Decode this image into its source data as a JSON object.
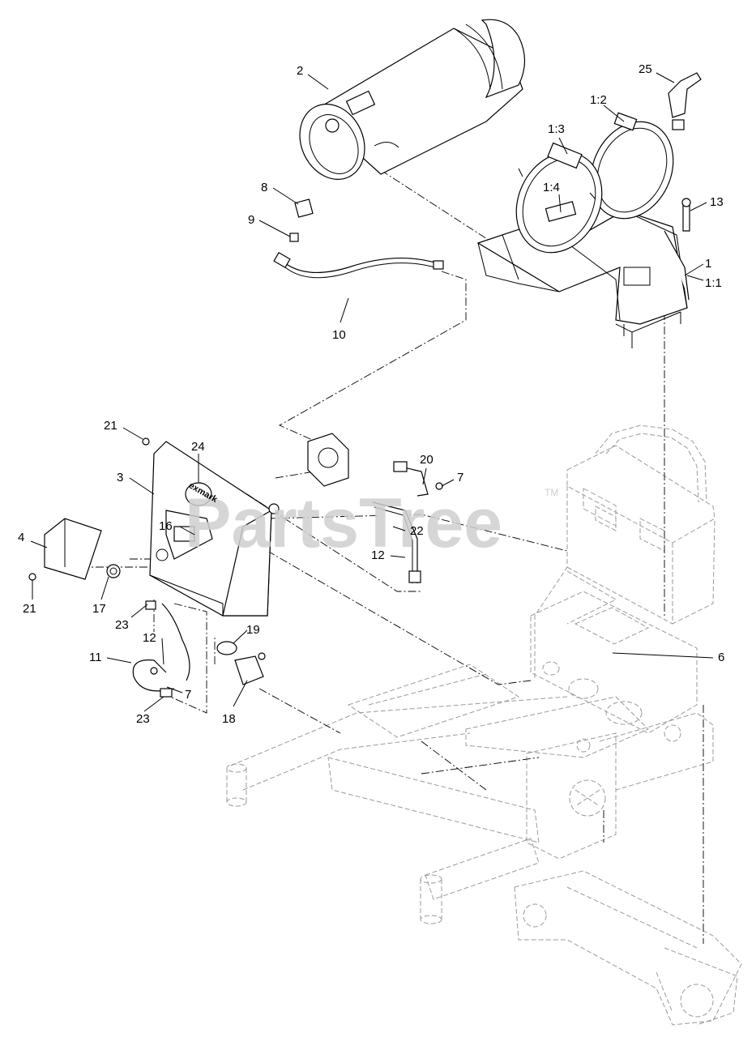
{
  "watermark": {
    "text": "PartsTree",
    "mark": "TM"
  },
  "brand_label": "exmark",
  "callouts": [
    {
      "id": "c-25",
      "text": "25"
    },
    {
      "id": "c-1-2",
      "text": "1:2"
    },
    {
      "id": "c-2",
      "text": "2"
    },
    {
      "id": "c-1-3",
      "text": "1:3"
    },
    {
      "id": "c-1-4",
      "text": "1:4"
    },
    {
      "id": "c-8",
      "text": "8"
    },
    {
      "id": "c-13",
      "text": "13"
    },
    {
      "id": "c-9",
      "text": "9"
    },
    {
      "id": "c-1",
      "text": "1"
    },
    {
      "id": "c-1-1",
      "text": "1:1"
    },
    {
      "id": "c-10",
      "text": "10"
    },
    {
      "id": "c-21a",
      "text": "21"
    },
    {
      "id": "c-24",
      "text": "24"
    },
    {
      "id": "c-20",
      "text": "20"
    },
    {
      "id": "c-3",
      "text": "3"
    },
    {
      "id": "c-7a",
      "text": "7"
    },
    {
      "id": "c-16",
      "text": "16"
    },
    {
      "id": "c-22",
      "text": "22"
    },
    {
      "id": "c-4",
      "text": "4"
    },
    {
      "id": "c-12a",
      "text": "12"
    },
    {
      "id": "c-21b",
      "text": "21"
    },
    {
      "id": "c-17",
      "text": "17"
    },
    {
      "id": "c-23a",
      "text": "23"
    },
    {
      "id": "c-19",
      "text": "19"
    },
    {
      "id": "c-12b",
      "text": "12"
    },
    {
      "id": "c-6",
      "text": "6"
    },
    {
      "id": "c-11",
      "text": "11"
    },
    {
      "id": "c-7b",
      "text": "7"
    },
    {
      "id": "c-23b",
      "text": "23"
    },
    {
      "id": "c-18",
      "text": "18"
    }
  ]
}
